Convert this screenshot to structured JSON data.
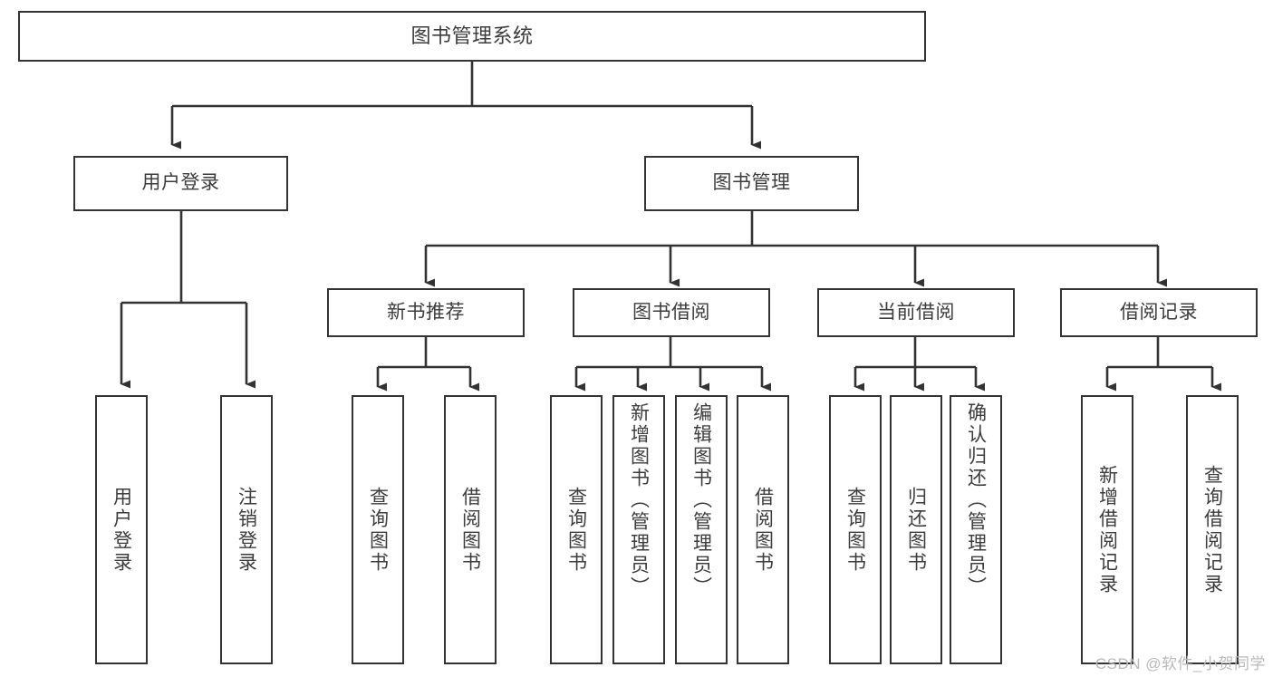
{
  "diagram": {
    "title": "图书管理系统",
    "type": "tree-hierarchy-chart",
    "stroke_color": "#333333",
    "text_color": "#3c3c3c",
    "background_color": "#ffffff",
    "watermark": "CSDN @软件_小贺同学",
    "nodes": {
      "root": {
        "label": "图书管理系统"
      },
      "level1": [
        {
          "label": "用户登录"
        },
        {
          "label": "图书管理"
        }
      ],
      "level2": [
        {
          "label": "新书推荐"
        },
        {
          "label": "图书借阅"
        },
        {
          "label": "当前借阅"
        },
        {
          "label": "借阅记录"
        }
      ],
      "leaves": {
        "user_login": [
          {
            "label": "用户登录"
          },
          {
            "label": "注销登录"
          }
        ],
        "new_book_recommend": [
          {
            "label": "查询图书"
          },
          {
            "label": "借阅图书"
          }
        ],
        "book_borrow": [
          {
            "label": "查询图书"
          },
          {
            "label": "新增图书（管理员）"
          },
          {
            "label": "编辑图书（管理员）"
          },
          {
            "label": "借阅图书"
          }
        ],
        "current_borrow": [
          {
            "label": "查询图书"
          },
          {
            "label": "归还图书"
          },
          {
            "label": "确认归还（管理员）"
          }
        ],
        "borrow_record": [
          {
            "label": "新增借阅记录"
          },
          {
            "label": "查询借阅记录"
          }
        ]
      }
    }
  }
}
